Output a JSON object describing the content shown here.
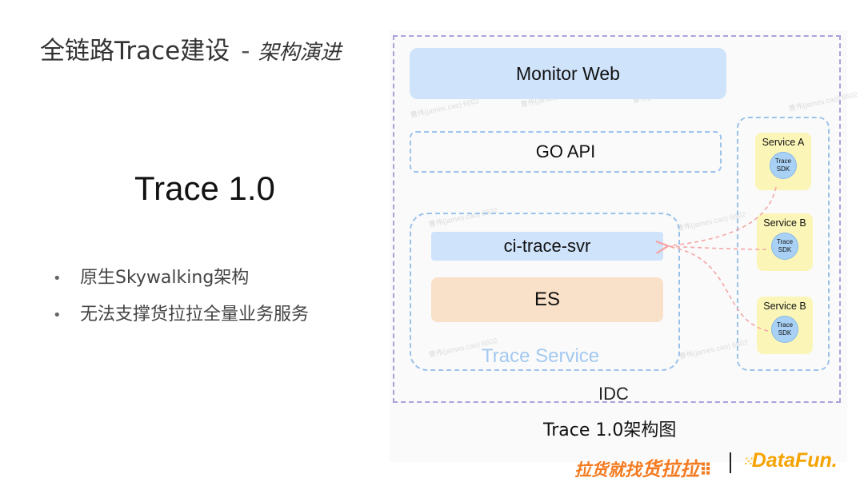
{
  "slide": {
    "title_main": "全链路Trace建设",
    "title_sep": "-",
    "title_sub": "架构演进",
    "heading": "Trace 1.0",
    "bullets": [
      "原生Skywalking架构",
      "无法支撑货拉拉全量业务服务"
    ],
    "bullet_marker": "•"
  },
  "diagram": {
    "monitor_web": "Monitor Web",
    "go_api": "GO API",
    "ci_trace_svr": "ci-trace-svr",
    "es": "ES",
    "trace_service_label": "Trace Service",
    "idc_label": "IDC",
    "services": [
      {
        "name": "Service A",
        "sdk_line1": "Trace",
        "sdk_line2": "SDK"
      },
      {
        "name": "Service B",
        "sdk_line1": "Trace",
        "sdk_line2": "SDK"
      },
      {
        "name": "Service B",
        "sdk_line1": "Trace",
        "sdk_line2": "SDK"
      }
    ],
    "caption": "Trace 1.0架构图",
    "watermark": "曹伟(james.cao) 6602",
    "colors": {
      "idc_border": "#a9a2dc",
      "blue_fill": "#cfe3fb",
      "dashed_blue": "#9cc2ec",
      "es_fill": "#f9e0c8",
      "service_fill": "#fbf6b8",
      "sdk_fill": "#a8d1f5",
      "arrow": "#f4a6a6"
    }
  },
  "footer": {
    "lalamove_logo": {
      "prefix": "拉货就找",
      "brand": "货拉拉",
      "trail": "⠿"
    },
    "datafun_logo": {
      "mark": "⁙",
      "text": "DataFun",
      "dot": "."
    },
    "colors": {
      "lalamove": "#f47a20",
      "datafun": "#f5a300"
    }
  }
}
